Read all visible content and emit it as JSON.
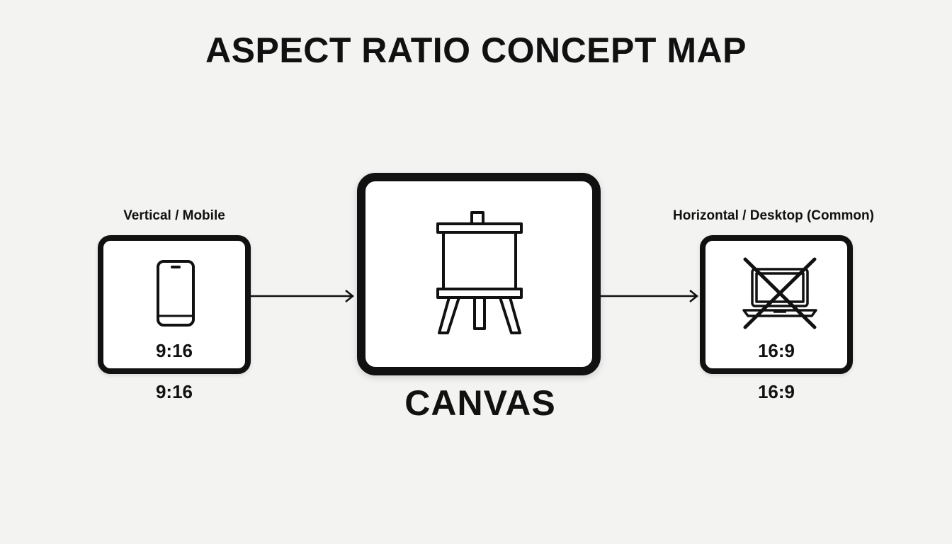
{
  "title": "ASPECT RATIO CONCEPT MAP",
  "left": {
    "label": "Vertical / Mobile",
    "ratio_inside": "9:16",
    "ratio_below": "9:16",
    "icon": "smartphone-icon"
  },
  "center": {
    "label": "CANVAS",
    "icon": "easel-icon"
  },
  "right": {
    "label": "Horizontal / Desktop (Common)",
    "ratio_inside": "16:9",
    "ratio_below": "16:9",
    "icon": "crossed-laptop-icon"
  }
}
